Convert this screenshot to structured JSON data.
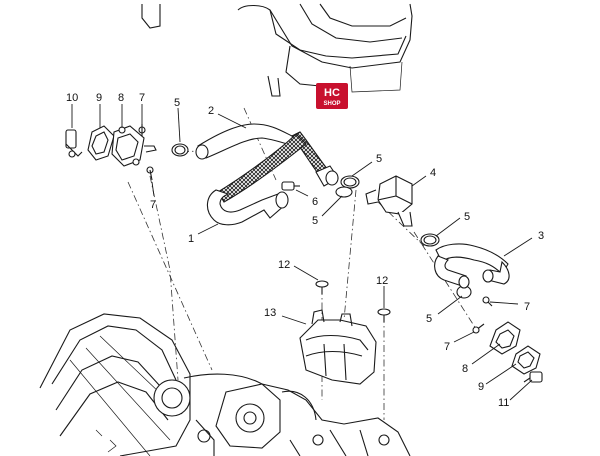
{
  "logo": {
    "line1": "HC",
    "line2": "SHOP",
    "color": "#c8102e"
  },
  "callouts": [
    {
      "id": "c10a",
      "text": "10"
    },
    {
      "id": "c9a",
      "text": "9"
    },
    {
      "id": "c8a",
      "text": "8"
    },
    {
      "id": "c7a",
      "text": "7"
    },
    {
      "id": "c5a",
      "text": "5"
    },
    {
      "id": "c2",
      "text": "2"
    },
    {
      "id": "c7b",
      "text": "7"
    },
    {
      "id": "c5b",
      "text": "5"
    },
    {
      "id": "c4",
      "text": "4"
    },
    {
      "id": "c6",
      "text": "6"
    },
    {
      "id": "c5c",
      "text": "5"
    },
    {
      "id": "c1",
      "text": "1"
    },
    {
      "id": "c5d",
      "text": "5"
    },
    {
      "id": "c3",
      "text": "3"
    },
    {
      "id": "c12a",
      "text": "12"
    },
    {
      "id": "c12b",
      "text": "12"
    },
    {
      "id": "c13",
      "text": "13"
    },
    {
      "id": "c7c",
      "text": "7"
    },
    {
      "id": "c5e",
      "text": "5"
    },
    {
      "id": "c7d",
      "text": "7"
    },
    {
      "id": "c8b",
      "text": "8"
    },
    {
      "id": "c9b",
      "text": "9"
    },
    {
      "id": "c11",
      "text": "11"
    }
  ]
}
